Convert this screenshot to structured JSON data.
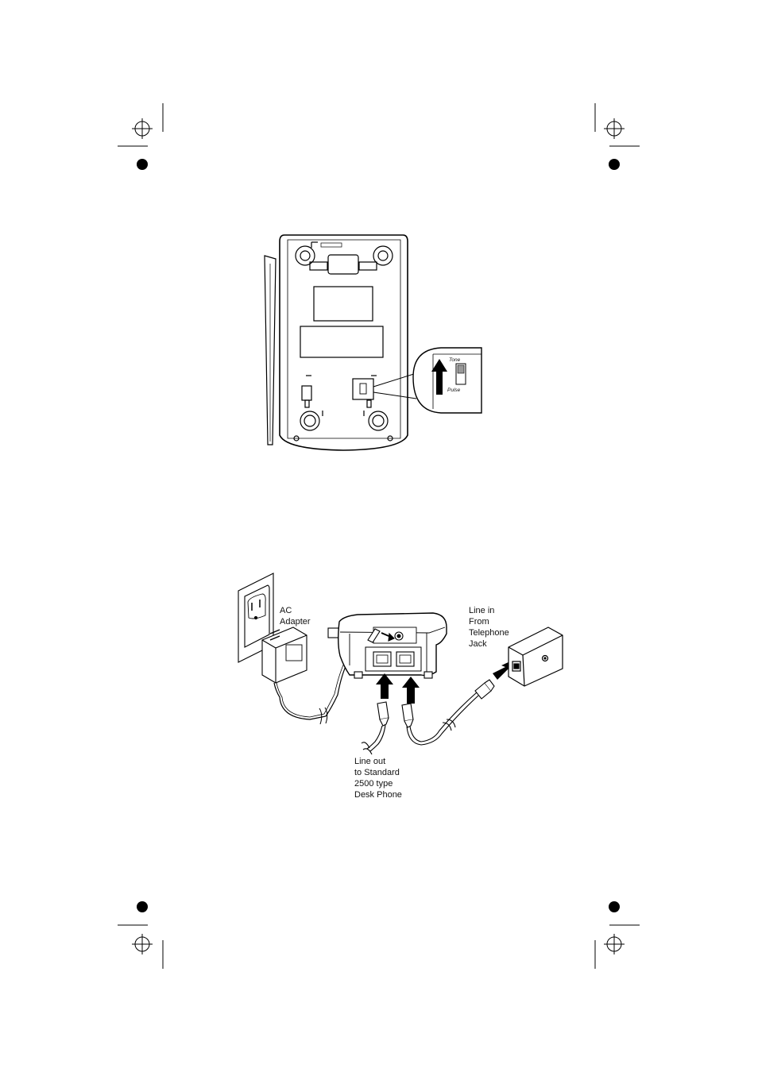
{
  "switch_callout": {
    "top_label": "Tone",
    "bottom_label": "Pulse"
  },
  "labels": {
    "ac_adapter": [
      "AC",
      "Adapter"
    ],
    "line_in": [
      "Line in",
      "From",
      "Telephone",
      "Jack"
    ],
    "line_out": [
      "Line out",
      "to Standard",
      "2500 type",
      "Desk Phone"
    ]
  },
  "icons": [
    "registration-mark-icon",
    "arrow-up-icon",
    "arrow-right-icon"
  ]
}
